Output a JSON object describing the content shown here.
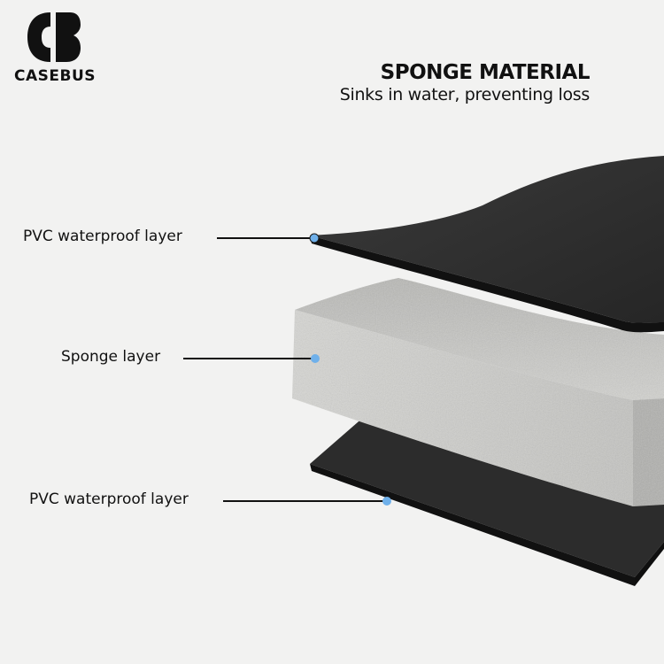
{
  "brand": {
    "name": "CASEBUS",
    "logo_icon": "casebus-logo-icon"
  },
  "headline": {
    "title": "SPONGE MATERIAL",
    "subtitle": "Sinks in water, preventing loss"
  },
  "layers": [
    {
      "label": "PVC waterproof layer"
    },
    {
      "label": "Sponge layer"
    },
    {
      "label": "PVC waterproof layer"
    }
  ],
  "colors": {
    "background": "#f2f2f1",
    "pvc": "#2a2a2a",
    "sponge": "#c9c9c6",
    "callout_dot": "#6fb0ea",
    "text": "#111111"
  }
}
